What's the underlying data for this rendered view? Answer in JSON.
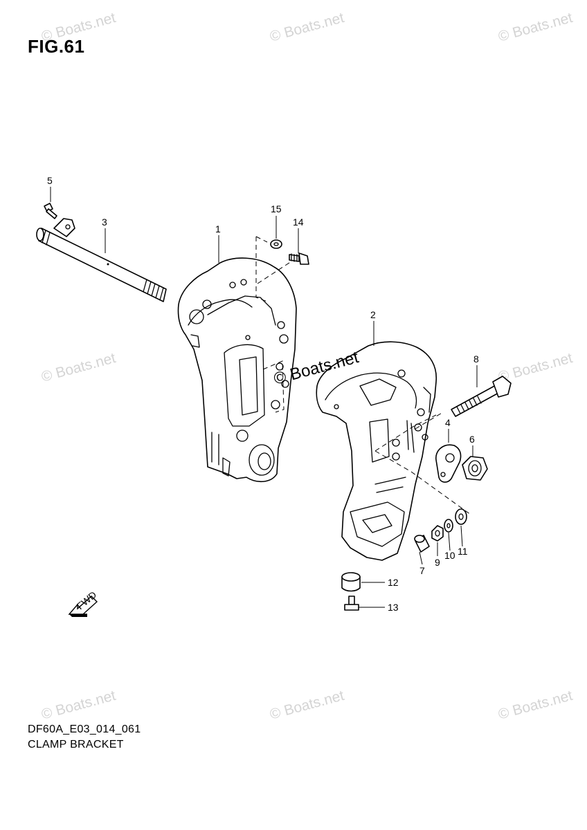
{
  "figure": {
    "title": "FIG.61",
    "code": "DF60A_E03_014_061",
    "name": "CLAMP BRACKET",
    "fwd_label": "FWD"
  },
  "watermark": {
    "text": "© Boats.net",
    "center_text": "Boats.net"
  },
  "callouts": [
    "1",
    "2",
    "3",
    "4",
    "5",
    "6",
    "7",
    "8",
    "9",
    "10",
    "11",
    "12",
    "13",
    "14",
    "15"
  ]
}
